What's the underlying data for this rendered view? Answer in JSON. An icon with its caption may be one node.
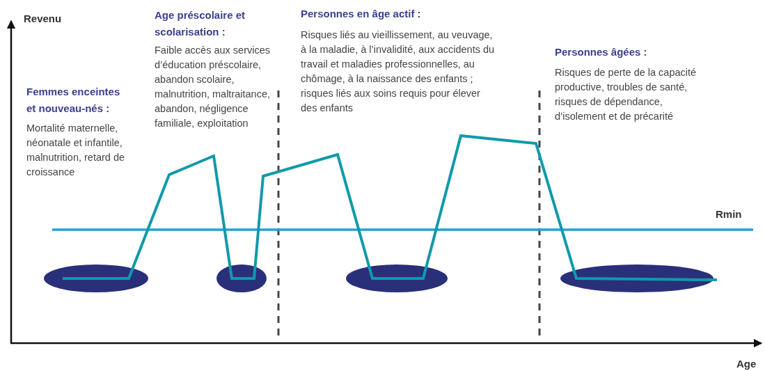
{
  "diagram": {
    "labels": [
      "Revenu",
      "Femmes enceintes et nouveau-nés :",
      "Mortalité maternelle, néonatale et infantile, malnutrition, retard de croissance",
      "Age préscolaire et scolarisation :",
      "Faible accès aux services d’éducation préscolaire, abandon scolaire, malnutrition, maltraitance, abandon, négligence familiale, exploitation",
      "Personnes en âge actif :",
      "Risques liés au vieillissement, au veuvage, à la maladie, à l’invalidité, aux accidents du travail et maladies professionnelles, au chômage, à la naissance des enfants ; risques liés aux soins requis pour élever des enfants",
      "Personnes âgées :",
      "Risques de perte de la capacité productive, troubles de santé, risques de dépendance, d’isolement et de précarité",
      "Rmin",
      "Age"
    ]
  }
}
